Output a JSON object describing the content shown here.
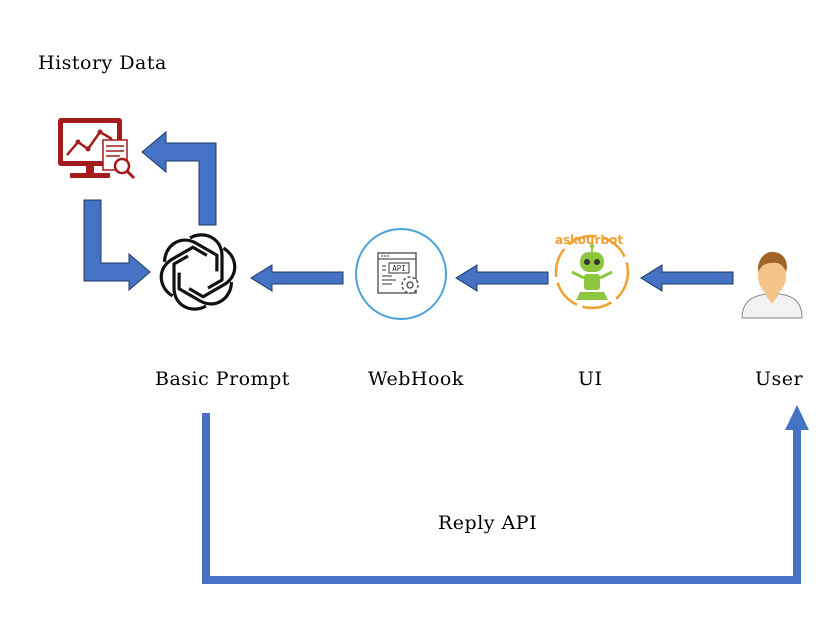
{
  "labels": {
    "history": "History Data",
    "basic_prompt": "Basic Prompt",
    "webhook": "WebHook",
    "ui": "UI",
    "user": "User",
    "reply": "Reply API"
  },
  "logo": {
    "brand_text": "askourbot"
  },
  "webhook_icon": {
    "text": "API"
  },
  "colors": {
    "arrow_fill": "#4472c4",
    "arrow_stroke": "#1f3864",
    "line": "#4472c4",
    "monitor": "#a31c1c",
    "logo_ring": "#f0a030",
    "robot": "#8dc63f",
    "webhook_ring": "#4aa3d8",
    "user_skin": "#f5c48a",
    "user_hair": "#a0642a"
  }
}
